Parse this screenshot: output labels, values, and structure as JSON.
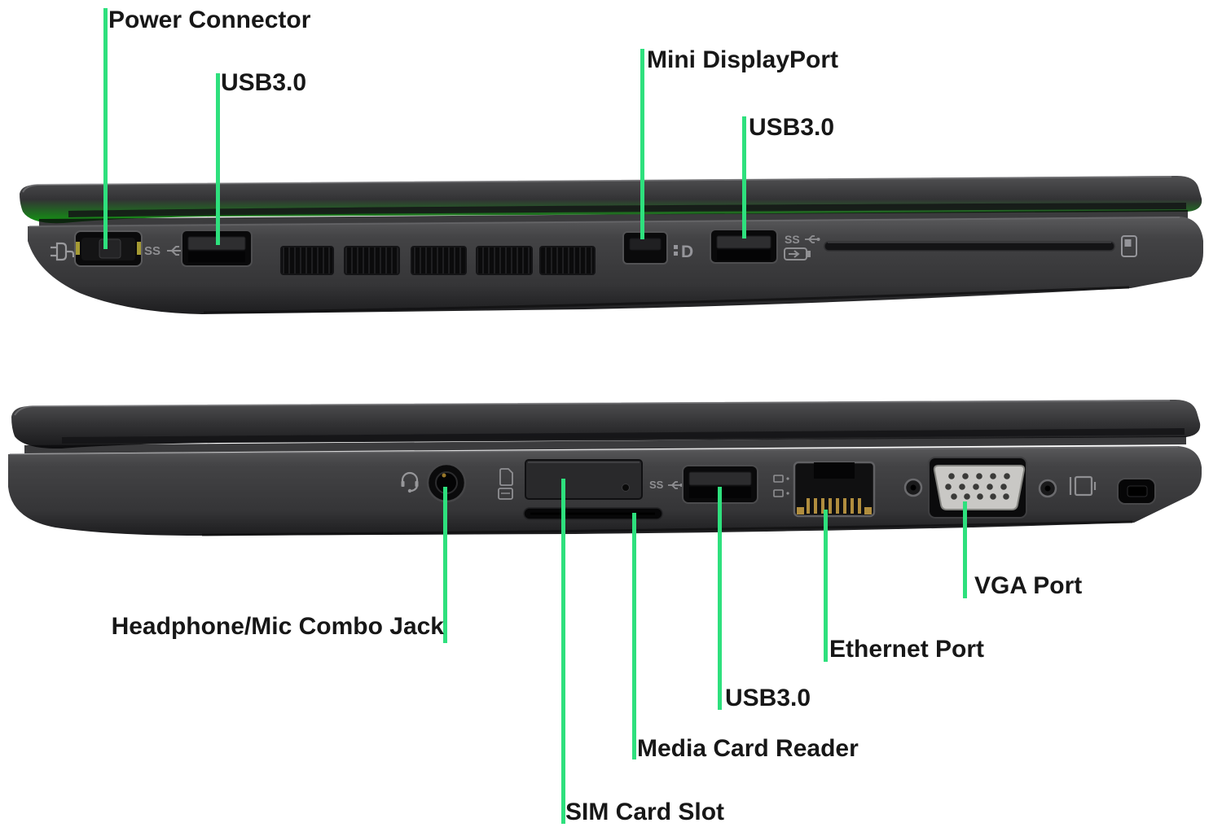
{
  "colors": {
    "background": "#ffffff",
    "callout_line": "#2ee07d",
    "label_text": "#171717",
    "laptop_body": "#3d3d3f",
    "laptop_dark": "#1b1b1d",
    "port_black": "#0a0a0b",
    "pin_gold": "#b08d3e"
  },
  "glyphs": {
    "ss": "SS",
    "displayport_d": "D"
  },
  "annotations": [
    {
      "id": "power-connector",
      "text": "Power Connector"
    },
    {
      "id": "usb3-front-left",
      "text": "USB3.0"
    },
    {
      "id": "mini-displayport",
      "text": "Mini DisplayPort"
    },
    {
      "id": "usb3-front-right",
      "text": "USB3.0"
    },
    {
      "id": "headphone-mic-combo-jack",
      "text": "Headphone/Mic Combo Jack"
    },
    {
      "id": "vga-port",
      "text": "VGA Port"
    },
    {
      "id": "ethernet-port",
      "text": "Ethernet Port"
    },
    {
      "id": "usb3-left-edge",
      "text": "USB3.0"
    },
    {
      "id": "media-card-reader",
      "text": "Media Card Reader"
    },
    {
      "id": "sim-card-slot",
      "text": "SIM Card Slot"
    }
  ],
  "icons": {
    "power-plug-icon": "two-prong plug outline",
    "usb-ss-icon": "SS letters with USB trident",
    "displayport-icon": "colon-D DisplayPort mark",
    "usb-ss-charge-icon": "SS letters with charging battery",
    "smart-card-icon": "card outline with chip",
    "headset-icon": "headphone with microphone",
    "sim-card-icon": "stacked SIM card outlines",
    "network-icon": "two linked node squares",
    "external-display-icon": "monitor outline with side bars",
    "kensington-lock-icon": "security lock slot"
  }
}
